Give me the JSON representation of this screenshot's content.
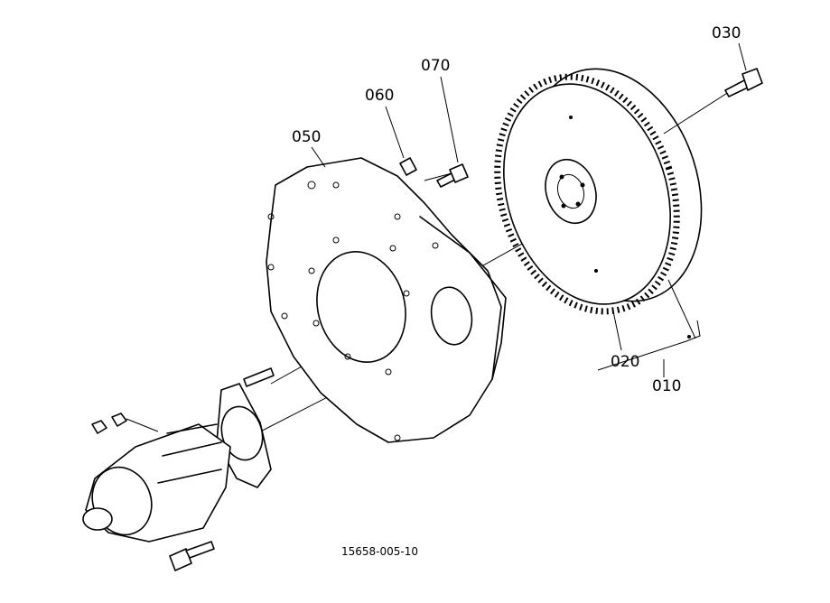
{
  "labels": {
    "part_010": "010",
    "part_020": "020",
    "part_030": "030",
    "part_050": "050",
    "part_060": "060",
    "part_070": "070"
  },
  "drawing_code": "15658-005-10"
}
